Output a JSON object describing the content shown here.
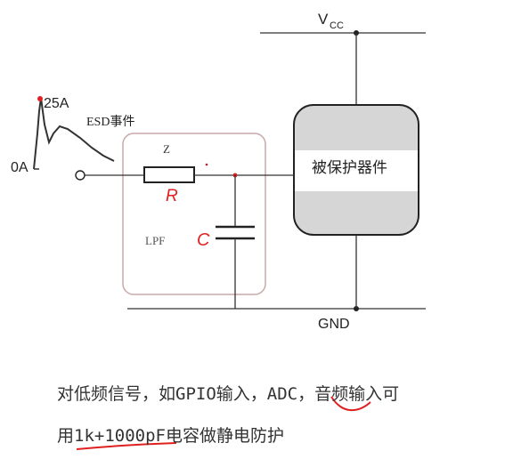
{
  "diagram": {
    "vcc_label": "V",
    "vcc_sub": "CC",
    "gnd_label": "GND",
    "peak_current": "25A",
    "zero_current": "0A",
    "esd_event": "ESD事件",
    "resistor_label": "Z",
    "filter_label": "LPF",
    "protected_device": "被保护器件",
    "handwritten_r": "R",
    "handwritten_c": "C"
  },
  "caption": {
    "line1": "对低频信号，如GPIO输入，ADC，音频输入可",
    "line2": "用1k+1000pF电容做静电防护"
  },
  "colors": {
    "line": "#222222",
    "box_border": "#c9a9a9",
    "device_fill": "#d6d6d6",
    "annotation": "#e02020"
  }
}
